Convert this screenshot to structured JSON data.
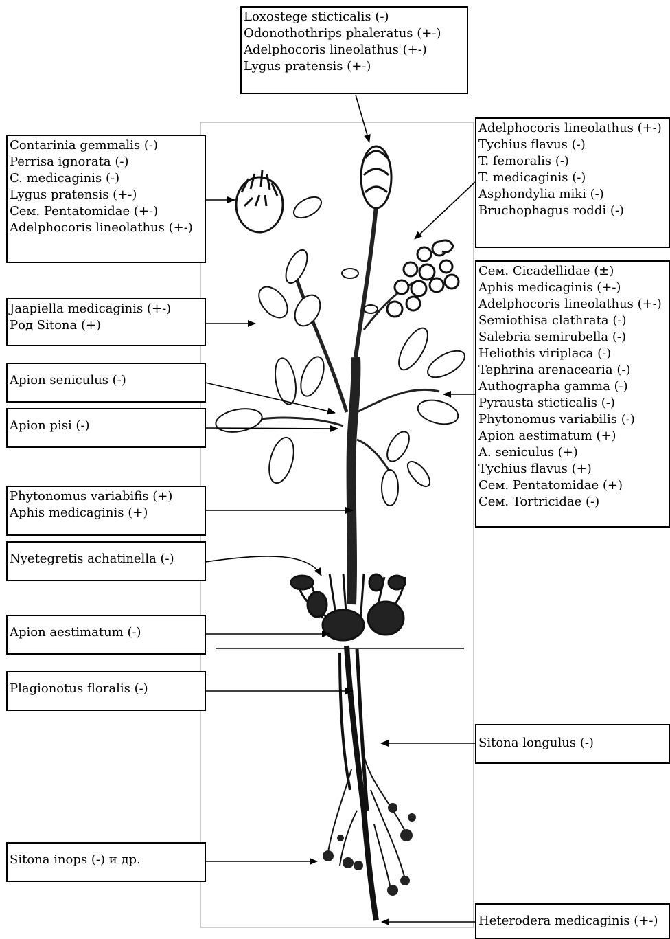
{
  "top_box": {
    "lines": [
      "Loxostege sticticalis (-)",
      "Odonothothrips phaleratus (+-)",
      "Adelphocoris lineolathus (+-)",
      "Lygus pratensis (+-)"
    ]
  },
  "left_boxes": [
    {
      "lines": [
        "Contarinia gemmalis (-)",
        "Perrisa ignorata (-)",
        "C. medicaginis (-)",
        "Lygus pratensis (+-)",
        "Сем. Pentatomidae (+-)",
        "Adelphocoris lineolathus (+-)"
      ]
    },
    {
      "lines": [
        "Jaapiella medicaginis (+-)",
        "Род Sitona (+)"
      ]
    },
    {
      "lines": [
        "Apion seniculus (-)"
      ]
    },
    {
      "lines": [
        "Apion pisi (-)"
      ]
    },
    {
      "lines": [
        "Phytonomus variabifis (+)",
        "Aphis medicaginis (+)"
      ]
    },
    {
      "lines": [
        "Nyetegretis achatinella (-)"
      ]
    },
    {
      "lines": [
        "Apion aestimatum (-)"
      ]
    },
    {
      "lines": [
        "Plagionotus floralis (-)"
      ]
    },
    {
      "lines": [
        "Sitona inops (-) и др."
      ]
    }
  ],
  "right_boxes": [
    {
      "lines": [
        "Adelphocoris lineolathus (+-)",
        "Tychius flavus (-)",
        "T. femoralis (-)",
        "T. medicaginis (-)",
        "Asphondylia miki (-)",
        "Bruchophagus roddi (-)"
      ]
    },
    {
      "lines": [
        "Сем. Cicadellidae (±)",
        "Aphis medicaginis (+-)",
        "Adelphocoris lineolathus (+-)",
        "Semiothisa clathrata (-)",
        "Salebria semirubella (-)",
        "Heliothis viriplaca (-)",
        "Tephrina arenacearia (-)",
        "Authographa gamma (-)",
        "Pyrausta sticticalis (-)",
        "Phytonomus variabilis (-)",
        "Apion aestimatum (+)",
        "A. seniculus (+)",
        "Tychius flavus (+)",
        "Сем. Pentatomidae (+)",
        "Сем. Tortricidae (-)"
      ]
    },
    {
      "lines": [
        "Sitona longulus (-)"
      ]
    },
    {
      "lines": [
        "Heterodera medicaginis (+-)"
      ]
    }
  ]
}
